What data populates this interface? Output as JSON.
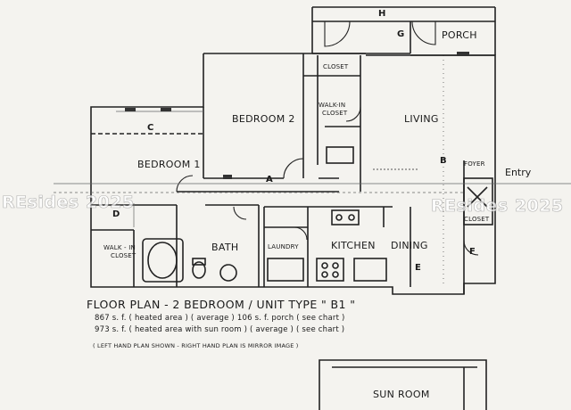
{
  "rooms": {
    "porch": "PORCH",
    "closet_top": "CLOSET",
    "walk_in_1": "WALK-IN",
    "walk_in_2": "CLOSET",
    "living": "LIVING",
    "bedroom2": "BEDROOM 2",
    "bedroom1": "BEDROOM 1",
    "foyer": "FOYER",
    "closet_foyer": "CLOSET",
    "walkin_bed1_1": "WALK - IN",
    "walkin_bed1_2": "CLOSET",
    "bath": "BATH",
    "laundry": "LAUNDRY",
    "kitchen": "KITCHEN",
    "dining": "DINING",
    "sun_room": "SUN ROOM"
  },
  "letters": {
    "h": "H",
    "g": "G",
    "c": "C",
    "d": "D",
    "a": "A",
    "b": "B",
    "e": "E",
    "f": "F"
  },
  "entry": "Entry",
  "title": "FLOOR PLAN - 2 BEDROOM / UNIT TYPE \" B1 \"",
  "spec_line1": "867 s. f. ( heated area ) ( average )    106 s. f. porch ( see chart )",
  "spec_line2": "973 s. f. ( heated area with sun room ) ( average ) ( see chart )",
  "note": "( LEFT HAND PLAN SHOWN - RIGHT HAND PLAN IS MIRROR IMAGE )",
  "watermark": "REsides 2025"
}
